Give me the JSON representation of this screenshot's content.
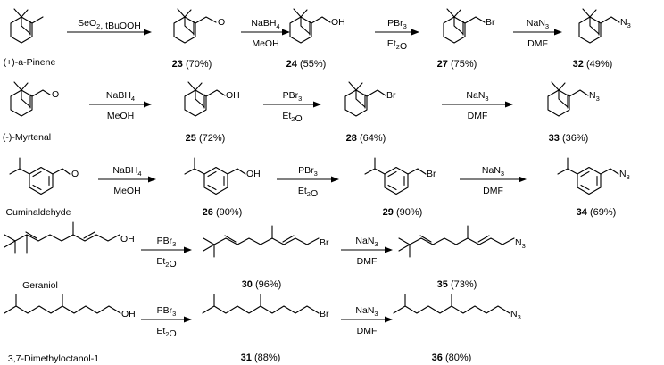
{
  "rows": [
    {
      "start_name": "(+)-a-Pinene",
      "steps": [
        {
          "above": "SeO₂, tBuOOH",
          "below": ""
        },
        {
          "above": "NaBH₄",
          "below": "MeOH"
        },
        {
          "above": "PBr₃",
          "below": "Et₂O"
        },
        {
          "above": "NaN₃",
          "below": "DMF"
        }
      ],
      "products": [
        {
          "num": "23",
          "yield": " (70%)"
        },
        {
          "num": "24",
          "yield": " (55%)"
        },
        {
          "num": "27",
          "yield": " (75%)"
        },
        {
          "num": "32",
          "yield": " (49%)"
        }
      ]
    },
    {
      "start_name": "(-)-Myrtenal",
      "steps": [
        {
          "above": "NaBH₄",
          "below": "MeOH"
        },
        {
          "above": "PBr₃",
          "below": "Et₂O"
        },
        {
          "above": "NaN₃",
          "below": "DMF"
        }
      ],
      "products": [
        {
          "num": "25",
          "yield": " (72%)"
        },
        {
          "num": "28",
          "yield": " (64%)"
        },
        {
          "num": "33",
          "yield": " (36%)"
        }
      ]
    },
    {
      "start_name": "Cuminaldehyde",
      "steps": [
        {
          "above": "NaBH₄",
          "below": "MeOH"
        },
        {
          "above": "PBr₃",
          "below": "Et₂O"
        },
        {
          "above": "NaN₃",
          "below": "DMF"
        }
      ],
      "products": [
        {
          "num": "26",
          "yield": " (90%)"
        },
        {
          "num": "29",
          "yield": " (90%)"
        },
        {
          "num": "34",
          "yield": " (69%)"
        }
      ]
    },
    {
      "start_name": "Geraniol",
      "steps": [
        {
          "above": "PBr₃",
          "below": "Et₂O"
        },
        {
          "above": "NaN₃",
          "below": "DMF"
        }
      ],
      "products": [
        {
          "num": "30",
          "yield": " (96%)"
        },
        {
          "num": "35",
          "yield": " (73%)"
        }
      ]
    },
    {
      "start_name": "3,7-Dimethyloctanol-1",
      "steps": [
        {
          "above": "PBr₃",
          "below": "Et₂O"
        },
        {
          "above": "NaN₃",
          "below": "DMF"
        }
      ],
      "products": [
        {
          "num": "31",
          "yield": " (88%)"
        },
        {
          "num": "36",
          "yield": " (80%)"
        }
      ]
    }
  ],
  "atoms": {
    "oh": "OH",
    "br": "Br",
    "o": "O",
    "n": "N",
    "n3_sub": "3"
  }
}
